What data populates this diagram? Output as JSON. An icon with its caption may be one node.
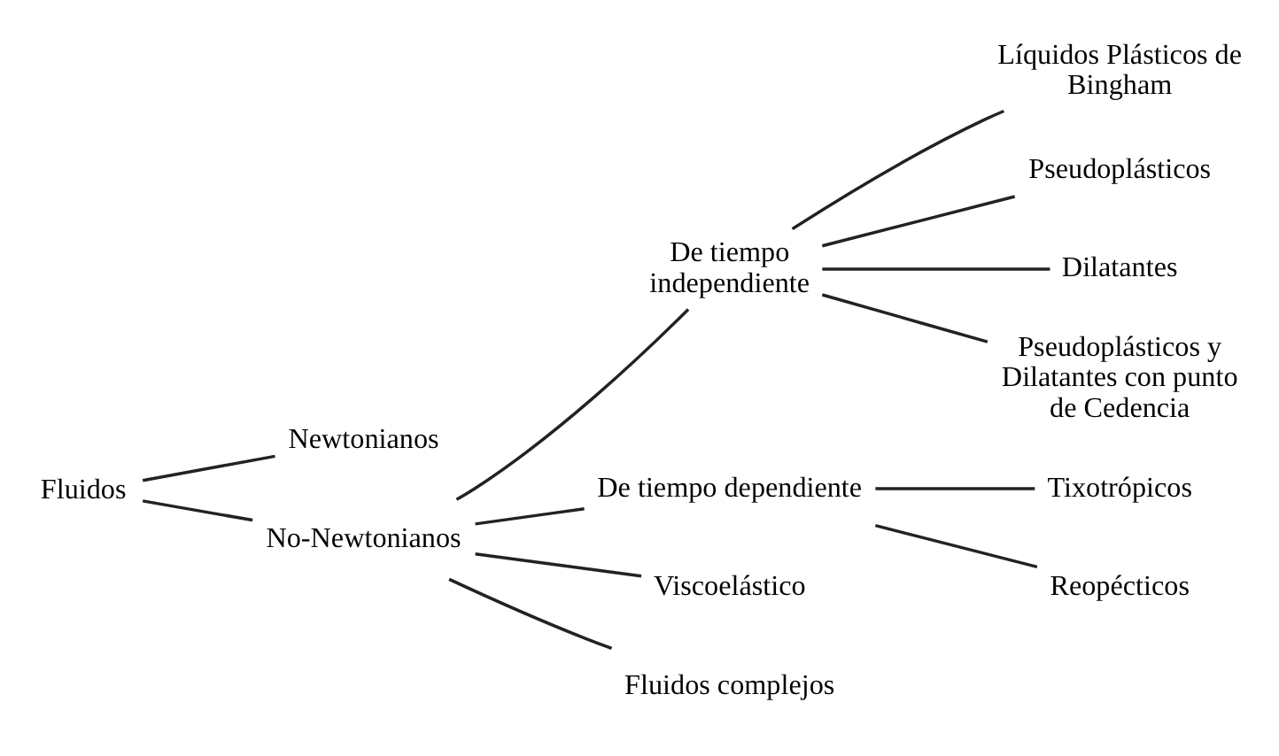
{
  "diagram": {
    "nodes": [
      {
        "text": [
          "Fluidos"
        ]
      },
      {
        "text": [
          "Newtonianos"
        ]
      },
      {
        "text": [
          "No-Newtonianos"
        ]
      },
      {
        "text": [
          "De tiempo independiente"
        ]
      },
      {
        "text": [
          "Líquidos Plásticos de Bingham"
        ]
      },
      {
        "text": [
          "Pseudoplásticos"
        ]
      },
      {
        "text": [
          "Dilatantes"
        ]
      },
      {
        "text": [
          "Pseudoplásticos y Dilatantes con punto de Cedencia"
        ]
      },
      {
        "text": [
          "De tiempo dependiente"
        ]
      },
      {
        "text": [
          "Tixotrópicos"
        ]
      },
      {
        "text": [
          "Reopécticos"
        ]
      },
      {
        "text": [
          "Viscoelástico"
        ]
      },
      {
        "text": [
          "Fluidos complejos"
        ]
      }
    ],
    "edges": [
      {
        "from": 0,
        "to": 1,
        "arrow": "none"
      },
      {
        "from": 0,
        "to": 2,
        "arrow": "none"
      },
      {
        "from": 2,
        "to": 3,
        "arrow": "none"
      },
      {
        "from": 3,
        "to": 4,
        "arrow": "none"
      },
      {
        "from": 3,
        "to": 5,
        "arrow": "none"
      },
      {
        "from": 3,
        "to": 6,
        "arrow": "none"
      },
      {
        "from": 3,
        "to": 7,
        "arrow": "none"
      },
      {
        "from": 2,
        "to": 8,
        "arrow": "none"
      },
      {
        "from": 8,
        "to": 9,
        "arrow": "none"
      },
      {
        "from": 8,
        "to": 10,
        "arrow": "none"
      },
      {
        "from": 2,
        "to": 11,
        "arrow": "none"
      },
      {
        "from": 2,
        "to": 12,
        "arrow": "none"
      }
    ]
  }
}
